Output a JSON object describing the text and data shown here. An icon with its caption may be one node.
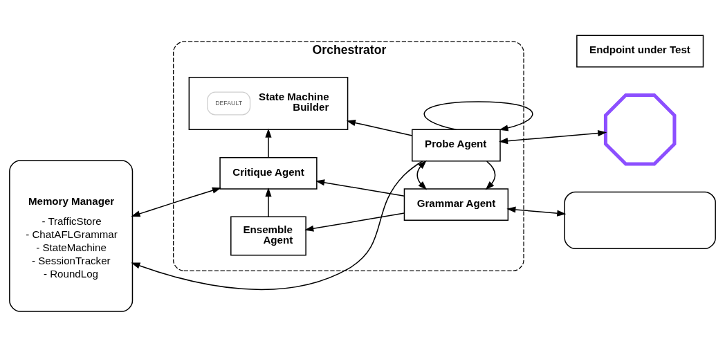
{
  "diagram": {
    "nodes": [
      {
        "text": [
          "Orchestrator"
        ]
      },
      {
        "text": [
          "Memory Manager",
          "- TrafficStore",
          "- ChatAFLGrammar",
          "- StateMachine",
          "- SessionTracker",
          "- RoundLog"
        ]
      },
      {
        "text": [
          "DEFAULT",
          "State Machine Builder"
        ],
        "in": 0
      },
      {
        "text": [
          "Probe Agent"
        ],
        "in": 0
      },
      {
        "text": [],
        "shape": "picture"
      },
      {
        "text": [
          "Endpoint under Test"
        ]
      },
      {
        "text": [
          "Ensemble Agent"
        ],
        "in": 0
      },
      {
        "text": [
          "Critique Agent"
        ],
        "in": 0
      },
      {
        "text": [
          "Grammar Agent"
        ],
        "in": 0
      },
      {
        "text": [],
        "shape": "box"
      }
    ],
    "edges": [
      {
        "from": 3,
        "to": 1,
        "arrow": "to"
      },
      {
        "from": 3,
        "to": 2,
        "arrow": "to"
      },
      {
        "from": 3,
        "to": 3,
        "arrow": "to"
      },
      {
        "from": 7,
        "to": 1,
        "arrow": "both"
      },
      {
        "from": 7,
        "to": 2,
        "arrow": "to"
      },
      {
        "from": 6,
        "to": 7,
        "arrow": "to"
      },
      {
        "from": 8,
        "to": 6,
        "arrow": "to"
      },
      {
        "from": 8,
        "to": 7,
        "arrow": "to"
      },
      {
        "from": 3,
        "to": 8,
        "arrow": "both"
      },
      {
        "from": 3,
        "to": 8,
        "arrow": "to"
      },
      {
        "from": 4,
        "to": 3,
        "arrow": "both"
      },
      {
        "from": 9,
        "to": 8,
        "arrow": "both"
      }
    ]
  }
}
